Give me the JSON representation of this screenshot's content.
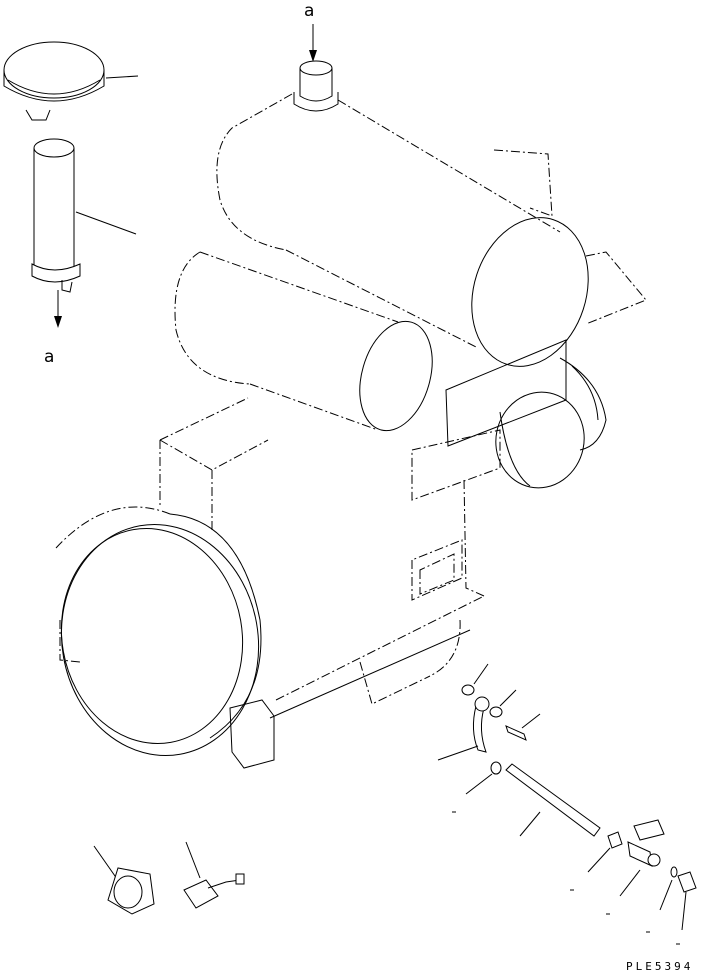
{
  "labels": {
    "reference_top": "a",
    "reference_left": "a"
  },
  "drawing_code": "PLE5394"
}
